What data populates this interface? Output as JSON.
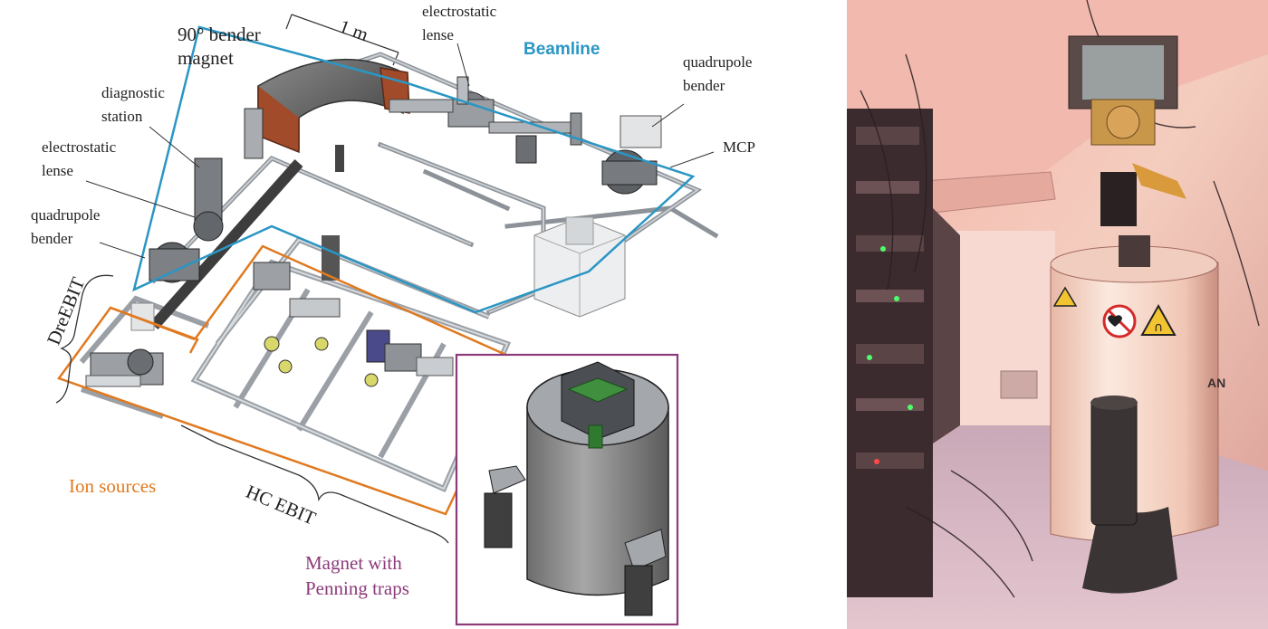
{
  "figure": {
    "labels": {
      "bender_magnet": "90° bender\nmagnet",
      "scale": "1 m",
      "electrostatic_lense_top": "electrostatic\nlense",
      "beamline": "Beamline",
      "quadrupole_bender_right": "quadrupole\nbender",
      "mcp": "MCP",
      "diagnostic_station": "diagnostic\nstation",
      "electrostatic_lense_left": "electrostatic\nlense",
      "quadrupole_bender_left": "quadrupole\nbender",
      "dreebit": "DreEBIT",
      "ion_sources": "Ion sources",
      "hc_ebit": "HC EBIT",
      "magnet_penning": "Magnet with\nPenning traps"
    },
    "colors": {
      "beamline": "#2a96c4",
      "ion_sources": "#e07a20",
      "magnet": "#8c3b7a"
    }
  },
  "photo": {
    "warning_sign": "icon-warning-triangle",
    "no_pacemaker_sign": "icon-no-pacemaker",
    "magnet_text": "AN"
  }
}
